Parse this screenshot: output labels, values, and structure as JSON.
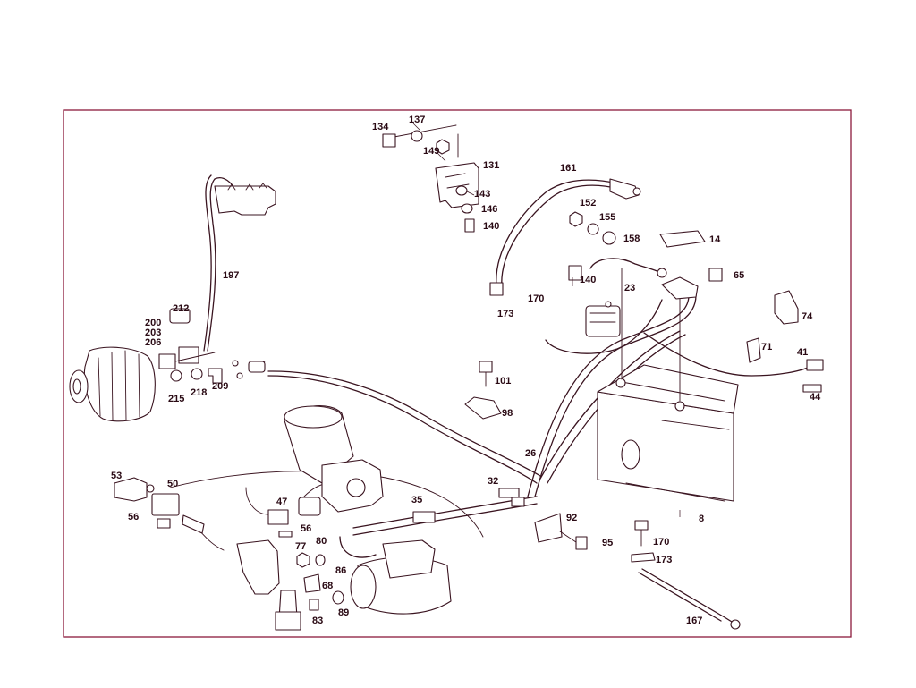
{
  "diagram": {
    "frame_color": "#8b1a3c",
    "line_color": "#3a1420",
    "background": "#ffffff",
    "part_labels": [
      {
        "id": "134",
        "text": "134"
      },
      {
        "id": "137",
        "text": "137"
      },
      {
        "id": "149",
        "text": "149"
      },
      {
        "id": "131",
        "text": "131"
      },
      {
        "id": "143",
        "text": "143"
      },
      {
        "id": "146",
        "text": "146"
      },
      {
        "id": "140a",
        "text": "140"
      },
      {
        "id": "161",
        "text": "161"
      },
      {
        "id": "152",
        "text": "152"
      },
      {
        "id": "155",
        "text": "155"
      },
      {
        "id": "158",
        "text": "158"
      },
      {
        "id": "14",
        "text": "14"
      },
      {
        "id": "65",
        "text": "65"
      },
      {
        "id": "140b",
        "text": "140"
      },
      {
        "id": "23",
        "text": "23"
      },
      {
        "id": "170a",
        "text": "170"
      },
      {
        "id": "173a",
        "text": "173"
      },
      {
        "id": "74",
        "text": "74"
      },
      {
        "id": "71",
        "text": "71"
      },
      {
        "id": "41",
        "text": "41"
      },
      {
        "id": "44",
        "text": "44"
      },
      {
        "id": "197",
        "text": "197"
      },
      {
        "id": "212",
        "text": "212"
      },
      {
        "id": "200",
        "text": "200"
      },
      {
        "id": "203",
        "text": "203"
      },
      {
        "id": "206",
        "text": "206"
      },
      {
        "id": "215",
        "text": "215"
      },
      {
        "id": "218",
        "text": "218"
      },
      {
        "id": "209",
        "text": "209"
      },
      {
        "id": "101",
        "text": "101"
      },
      {
        "id": "98",
        "text": "98"
      },
      {
        "id": "26",
        "text": "26"
      },
      {
        "id": "32",
        "text": "32"
      },
      {
        "id": "35",
        "text": "35"
      },
      {
        "id": "53",
        "text": "53"
      },
      {
        "id": "50",
        "text": "50"
      },
      {
        "id": "56a",
        "text": "56"
      },
      {
        "id": "47",
        "text": "47"
      },
      {
        "id": "56b",
        "text": "56"
      },
      {
        "id": "77",
        "text": "77"
      },
      {
        "id": "80",
        "text": "80"
      },
      {
        "id": "68",
        "text": "68"
      },
      {
        "id": "86",
        "text": "86"
      },
      {
        "id": "89",
        "text": "89"
      },
      {
        "id": "83",
        "text": "83"
      },
      {
        "id": "92",
        "text": "92"
      },
      {
        "id": "95",
        "text": "95"
      },
      {
        "id": "8",
        "text": "8"
      },
      {
        "id": "170b",
        "text": "170"
      },
      {
        "id": "173b",
        "text": "173"
      },
      {
        "id": "167",
        "text": "167"
      }
    ]
  }
}
